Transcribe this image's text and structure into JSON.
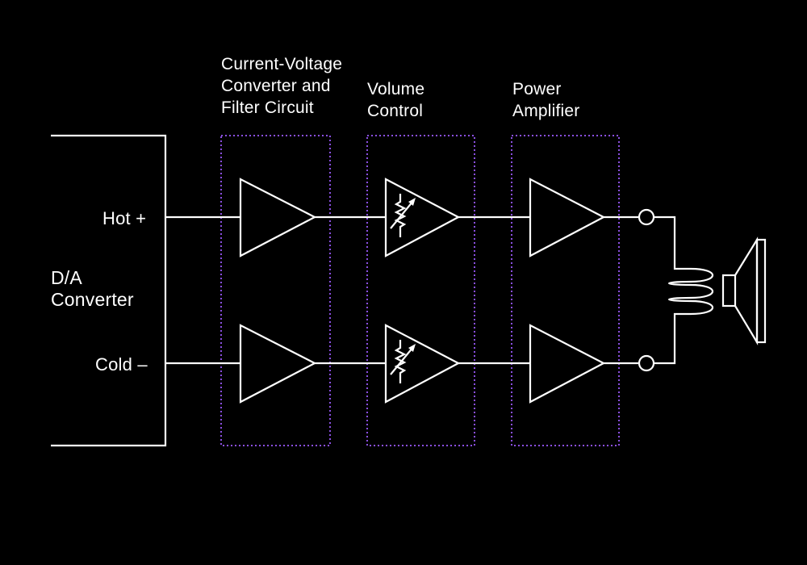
{
  "source": {
    "name_line1": "D/A",
    "name_line2": "Converter",
    "hot_label": "Hot +",
    "cold_label": "Cold –"
  },
  "stages": [
    {
      "id": "iv-filter",
      "title_lines": [
        "Current-Voltage",
        "Converter and",
        "Filter Circuit"
      ]
    },
    {
      "id": "volume",
      "title_lines": [
        "Volume",
        "Control"
      ]
    },
    {
      "id": "power",
      "title_lines": [
        "Power",
        "Amplifier"
      ]
    }
  ],
  "colors": {
    "background": "#000000",
    "line": "#ffffff",
    "stage_border": "#8a4fe0"
  }
}
